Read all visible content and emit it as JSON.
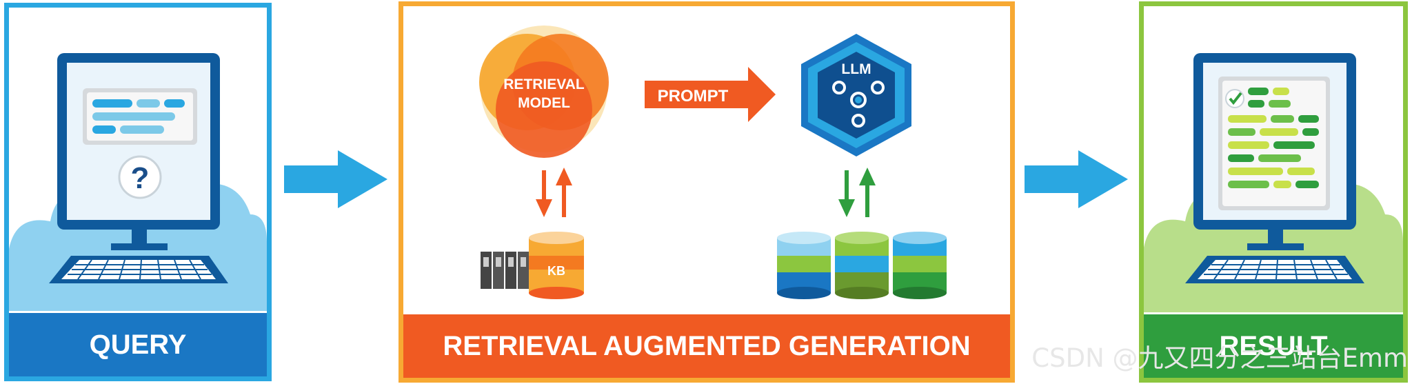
{
  "query": {
    "footer_label": "QUERY"
  },
  "rag": {
    "footer_label": "RETRIEVAL AUGMENTED GENERATION",
    "retrieval_model_line1": "RETRIEVAL",
    "retrieval_model_line2": "MODEL",
    "prompt_label": "PROMPT",
    "llm_label": "LLM",
    "kb_label": "KB"
  },
  "result": {
    "footer_label": "RESULT"
  },
  "watermark": "CSDN @九又四分之三站台Emm",
  "colors": {
    "query": "#2aa7e1",
    "query_footer": "#1a77c4",
    "rag": "#f7a933",
    "rag_footer": "#f05a22",
    "result": "#8cc63f",
    "result_footer": "#2f9e3e",
    "flow_arrow": "#2aa7e1"
  }
}
